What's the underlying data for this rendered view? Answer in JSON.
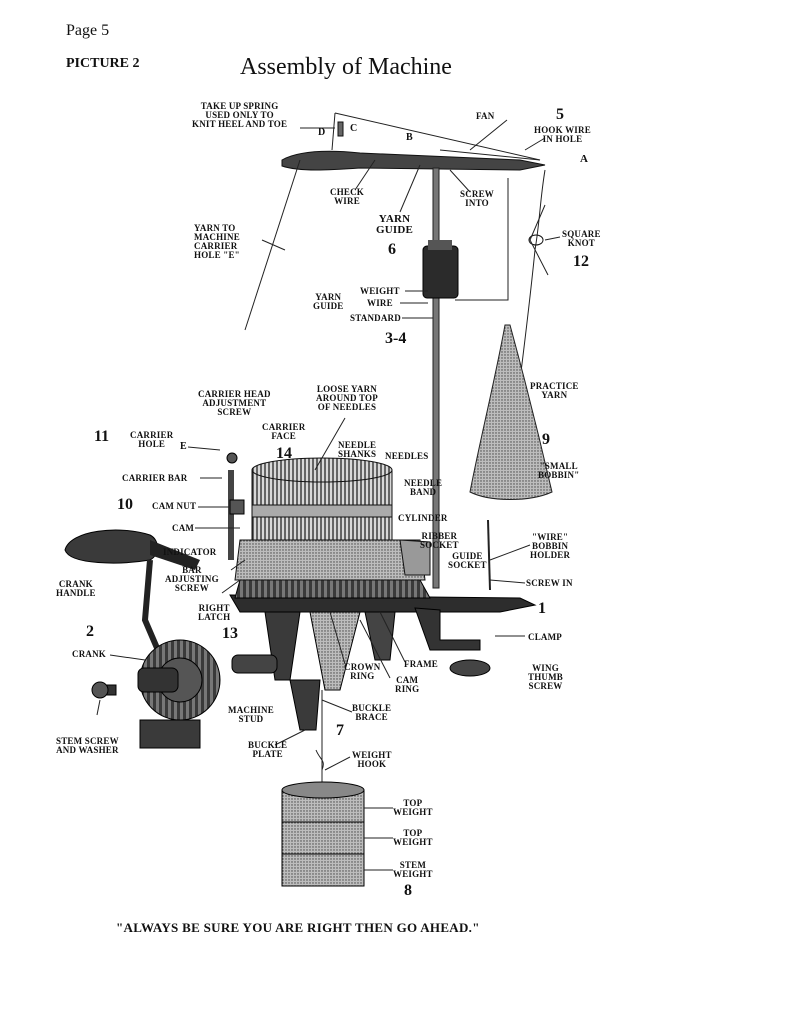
{
  "header": {
    "page_label": "Page 5",
    "picture_label": "PICTURE 2",
    "title": "Assembly of Machine"
  },
  "labels": {
    "take_up_spring": [
      "TAKE UP SPRING",
      "USED ONLY TO",
      "KNIT HEEL AND TOE"
    ],
    "d": "D",
    "c": "C",
    "b": "B",
    "a": "A",
    "fan": "FAN",
    "hook_wire": [
      "HOOK WIRE",
      "IN HOLE"
    ],
    "check_wire": [
      "CHECK",
      "WIRE"
    ],
    "screw_into": [
      "SCREW",
      "INTO"
    ],
    "yarn_guide_top": [
      "YARN",
      "GUIDE"
    ],
    "yarn_to_machine": [
      "YARN TO",
      "MACHINE",
      "CARRIER",
      "HOLE \"E\""
    ],
    "square_knot": [
      "SQUARE",
      "KNOT"
    ],
    "weight": "WEIGHT",
    "wire": "WIRE",
    "standard": "STANDARD",
    "yarn_guide_bracket": [
      "YARN",
      "GUIDE"
    ],
    "practice_yarn": [
      "PRACTICE",
      "YARN"
    ],
    "small_bobbin": [
      "\"SMALL",
      "BOBBIN\""
    ],
    "carrier_head": [
      "CARRIER HEAD",
      "ADJUSTMENT",
      "SCREW"
    ],
    "loose_yarn": [
      "LOOSE YARN",
      "AROUND TOP",
      "OF NEEDLES"
    ],
    "carrier_hole": [
      "CARRIER",
      "HOLE"
    ],
    "e": "E",
    "carrier_face": [
      "CARRIER",
      "FACE"
    ],
    "needle_shanks": [
      "NEEDLE",
      "SHANKS"
    ],
    "needles": "NEEDLES",
    "carrier_bar": "CARRIER BAR",
    "needle_band": [
      "NEEDLE",
      "BAND"
    ],
    "cam_nut": "CAM NUT",
    "cam": "CAM",
    "cylinder": "CYLINDER",
    "ribber_socket": [
      "RIBBER",
      "SOCKET"
    ],
    "guide_socket": [
      "GUIDE",
      "SOCKET"
    ],
    "wire_bobbin_holder": [
      "\"WIRE\"",
      "BOBBIN",
      "HOLDER"
    ],
    "indicator": "INDICATOR",
    "bar_adjusting": [
      "BAR",
      "ADJUSTING",
      "SCREW"
    ],
    "crank_handle": [
      "CRANK",
      "HANDLE"
    ],
    "screw_in": "SCREW IN",
    "right_latch": [
      "RIGHT",
      "LATCH"
    ],
    "clamp": "CLAMP",
    "crank": "CRANK",
    "frame": "FRAME",
    "crown_ring": [
      "CROWN",
      "RING"
    ],
    "cam_ring": [
      "CAM",
      "RING"
    ],
    "wing_thumb_screw": [
      "WING",
      "THUMB",
      "SCREW"
    ],
    "machine_stud": [
      "MACHINE",
      "STUD"
    ],
    "buckle_brace": [
      "BUCKLE",
      "BRACE"
    ],
    "stem_screw": [
      "STEM SCREW",
      "AND WASHER"
    ],
    "buckle_plate": [
      "BUCKLE",
      "PLATE"
    ],
    "weight_hook": [
      "WEIGHT",
      "HOOK"
    ],
    "top_weight_1": [
      "TOP",
      "WEIGHT"
    ],
    "top_weight_2": [
      "TOP",
      "WEIGHT"
    ],
    "stem_weight": [
      "STEM",
      "WEIGHT"
    ]
  },
  "numbers": {
    "n5": "5",
    "n6": "6",
    "n12": "12",
    "n34": "3-4",
    "n9": "9",
    "n11": "11",
    "n14": "14",
    "n10": "10",
    "n1": "1",
    "n2": "2",
    "n13": "13",
    "n7": "7",
    "n8": "8"
  },
  "footer": {
    "motto": "\"ALWAYS BE SURE YOU ARE RIGHT THEN GO AHEAD.\""
  }
}
